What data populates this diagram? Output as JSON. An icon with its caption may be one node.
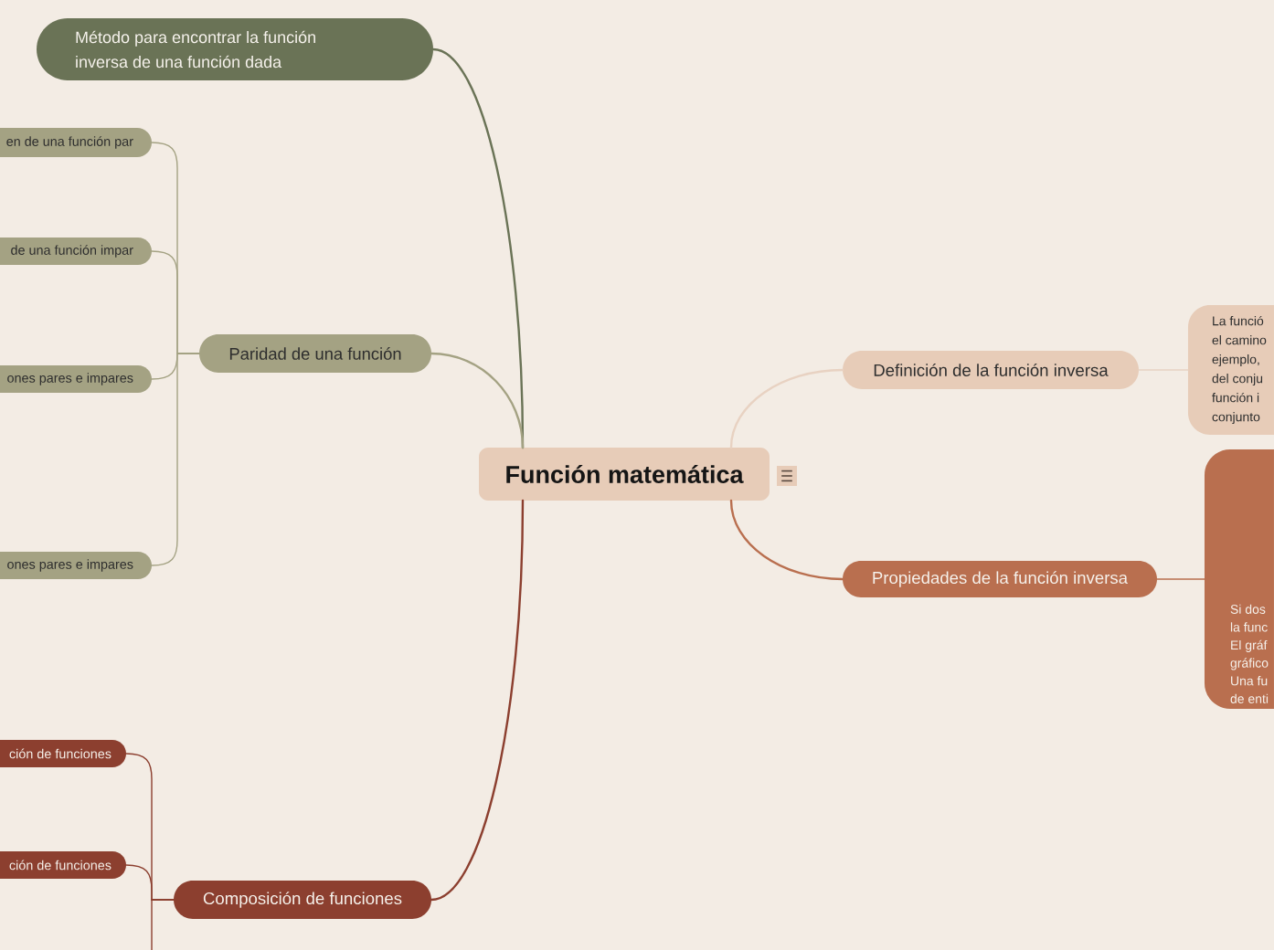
{
  "diagram": {
    "nodes": [
      {
        "text": [
          "Función matemática"
        ]
      },
      {
        "text": [
          "Método para encontrar la función inversa de una función dada"
        ]
      },
      {
        "text": [
          "Paridad de una función"
        ]
      },
      {
        "text": [
          "en de una función par"
        ]
      },
      {
        "text": [
          "de una función impar"
        ]
      },
      {
        "text": [
          "ones pares e impares"
        ]
      },
      {
        "text": [
          "ones pares e impares"
        ]
      },
      {
        "text": [
          "Composición de funciones"
        ]
      },
      {
        "text": [
          "ción de funciones"
        ]
      },
      {
        "text": [
          "ción de funciones"
        ]
      },
      {
        "text": [
          "Definición de la función inversa"
        ]
      },
      {
        "text": [
          "La funció el camino ejemplo, del conju función i conjunto"
        ]
      },
      {
        "text": [
          "Propiedades de la función inversa"
        ]
      },
      {
        "text": [
          "Si dos la func El gráf gráfico Una fu de enti"
        ]
      }
    ],
    "edges": [
      {
        "from": 0,
        "to": 1,
        "arrow": "none",
        "color": "#6a7356"
      },
      {
        "from": 0,
        "to": 2,
        "arrow": "none"
      },
      {
        "from": 2,
        "to": 3,
        "arrow": "none"
      },
      {
        "from": 2,
        "to": 4,
        "arrow": "none"
      },
      {
        "from": 2,
        "to": 5,
        "arrow": "none"
      },
      {
        "from": 2,
        "to": 6,
        "arrow": "none"
      },
      {
        "from": 0,
        "to": 7,
        "arrow": "none",
        "color": "#8c3f2f"
      },
      {
        "from": 7,
        "to": 8,
        "arrow": "none",
        "color": "#8c3f2f"
      },
      {
        "from": 7,
        "to": 9,
        "arrow": "none",
        "color": "#8c3f2f"
      },
      {
        "from": 7,
        "to": null,
        "arrow": "none",
        "color": "#8c3f2f"
      },
      {
        "from": 0,
        "to": 10,
        "arrow": "none",
        "color": "#e8d2c2"
      },
      {
        "from": 10,
        "to": 11,
        "arrow": "none",
        "color": "#e8d2c2"
      },
      {
        "from": 0,
        "to": 12,
        "arrow": "none",
        "color": "#b96f4f"
      },
      {
        "from": 12,
        "to": 13,
        "arrow": "none",
        "color": "#b96f4f"
      }
    ]
  }
}
